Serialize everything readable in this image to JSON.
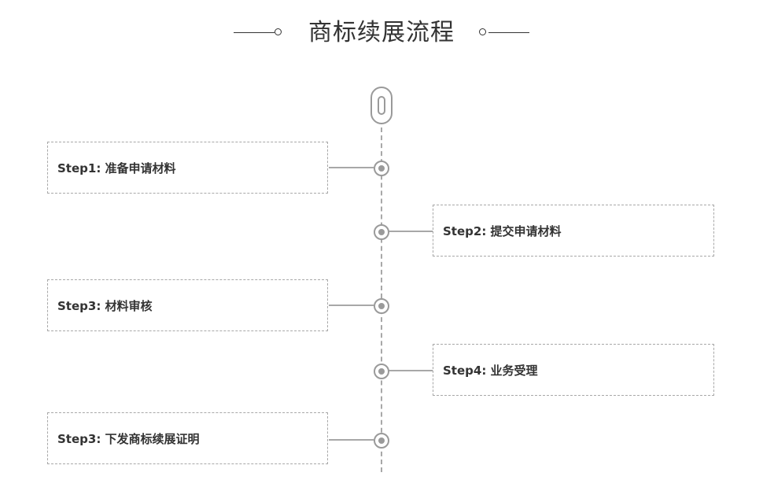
{
  "header": {
    "title": "商标续展流程"
  },
  "steps": [
    {
      "label": "Step1: 准备申请材料",
      "side": "left"
    },
    {
      "label": "Step2: 提交申请材料",
      "side": "right"
    },
    {
      "label": "Step3: 材料审核",
      "side": "left"
    },
    {
      "label": "Step4: 业务受理",
      "side": "right"
    },
    {
      "label": "Step3: 下发商标续展证明",
      "side": "left"
    }
  ],
  "colors": {
    "text": "#333333",
    "line": "#a8a8a8",
    "node": "#9a9a9a",
    "background": "#ffffff"
  }
}
